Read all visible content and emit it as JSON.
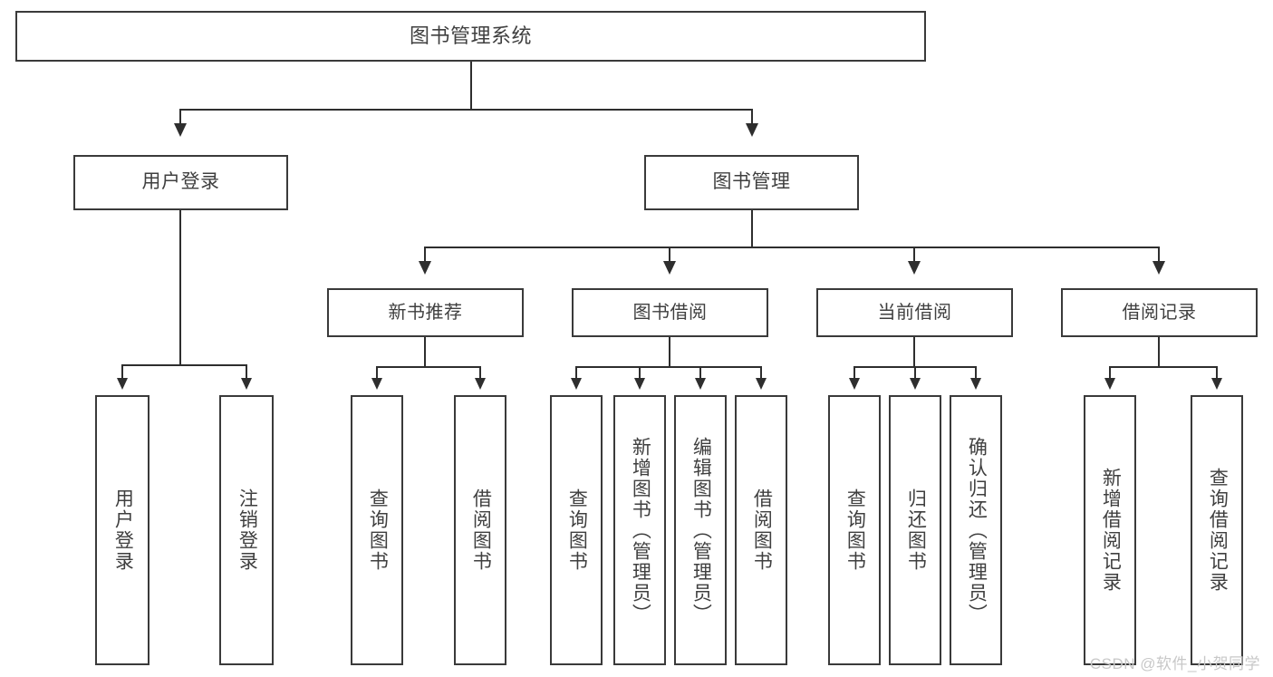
{
  "diagram": {
    "title": "图书管理系统",
    "watermark": "CSDN @软件_小贺同学"
  },
  "root": {
    "label": "图书管理系统"
  },
  "level2": [
    {
      "label": "用户登录"
    },
    {
      "label": "图书管理"
    }
  ],
  "level3": [
    {
      "label": "新书推荐"
    },
    {
      "label": "图书借阅"
    },
    {
      "label": "当前借阅"
    },
    {
      "label": "借阅记录"
    }
  ],
  "leaves": {
    "user_login": [
      {
        "label": "用户登录"
      },
      {
        "label": "注销登录"
      }
    ],
    "new_book": [
      {
        "label": "查询图书"
      },
      {
        "label": "借阅图书"
      }
    ],
    "book_borrow": [
      {
        "label": "查询图书"
      },
      {
        "label": "新增图书（管理员）"
      },
      {
        "label": "编辑图书（管理员）"
      },
      {
        "label": "借阅图书"
      }
    ],
    "current_borrow": [
      {
        "label": "查询图书"
      },
      {
        "label": "归还图书"
      },
      {
        "label": "确认归还（管理员）"
      }
    ],
    "borrow_record": [
      {
        "label": "新增借阅记录"
      },
      {
        "label": "查询借阅记录"
      }
    ]
  },
  "colors": {
    "border": "#3a3a3a",
    "connector": "#2e2e2e",
    "text": "#3f3f3f",
    "background": "#ffffff",
    "watermark": "#c8c8c8"
  }
}
